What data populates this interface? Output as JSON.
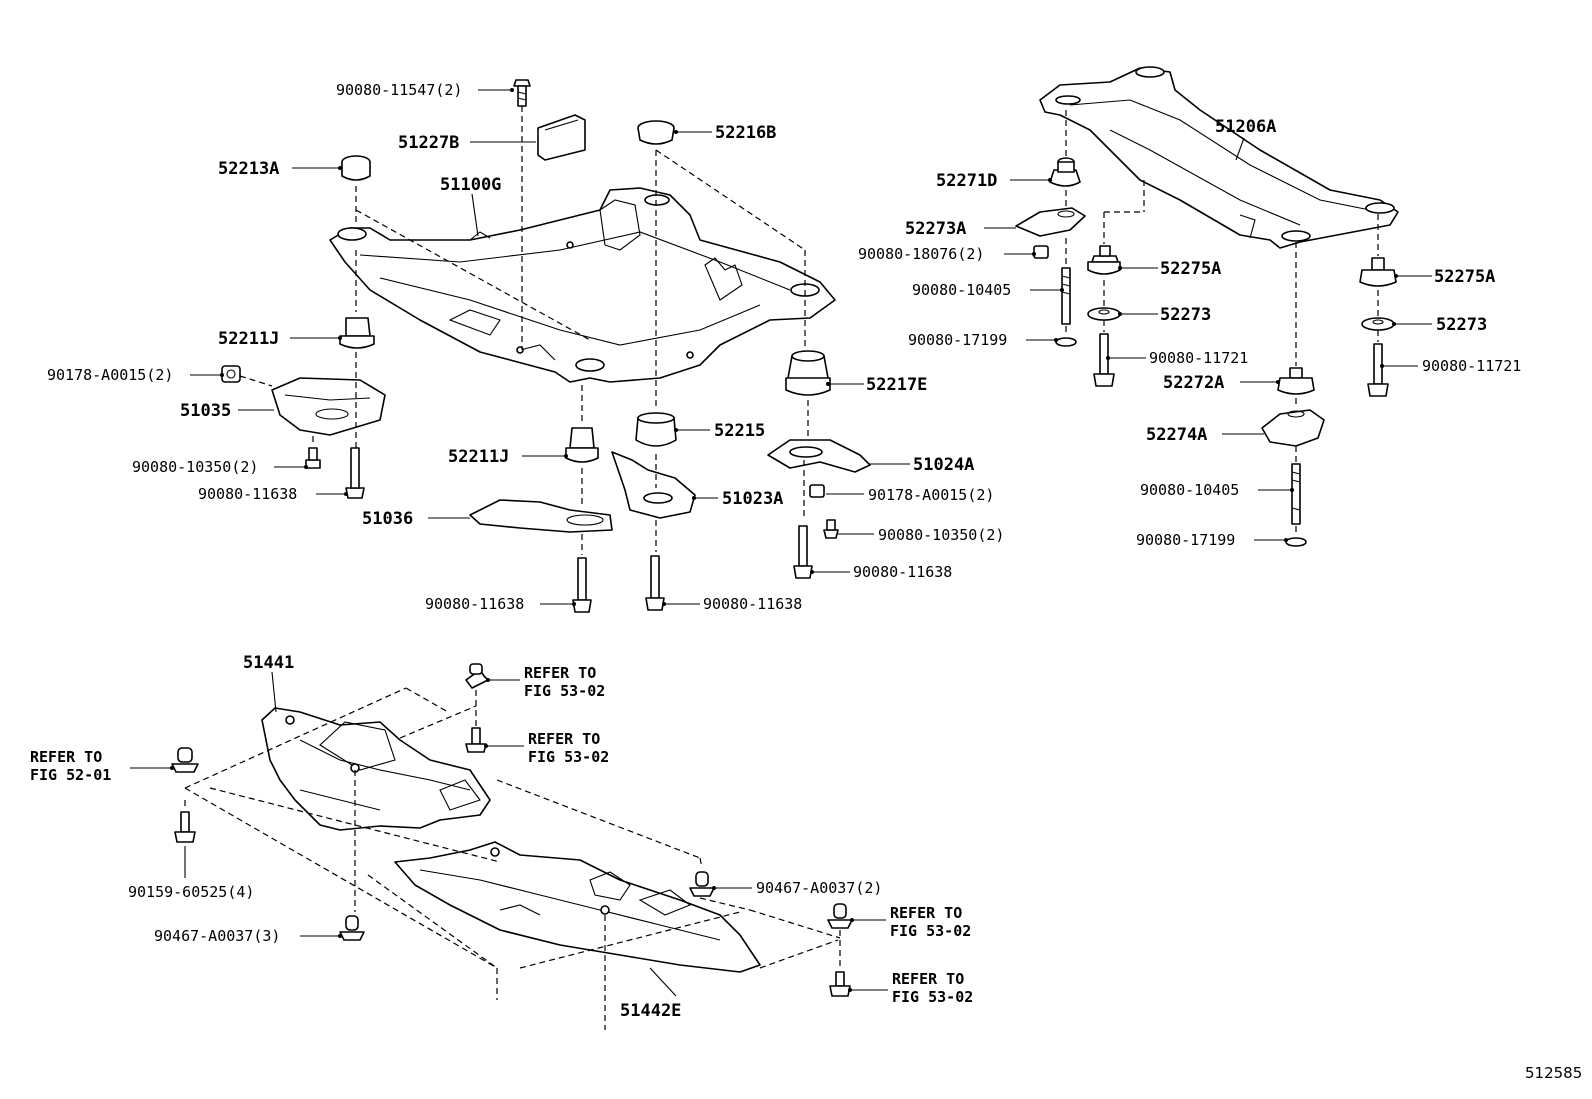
{
  "diagram": {
    "sheet_number": "512585",
    "front_frame": {
      "labels": {
        "bolt_top": "90080-11547(2)",
        "bracket_51227": "51227B",
        "stopper_52216": "52216B",
        "stopper_52213": "52213A",
        "frame_51100": "51100G",
        "insulator_52211_upper": "52211J",
        "nut_90178_left": "90178-A0015(2)",
        "bracket_51035": "51035",
        "bolt_10350_left": "90080-10350(2)",
        "bolt_11638_left": "90080-11638",
        "insulator_52211_lower": "52211J",
        "insulator_52215": "52215",
        "insulator_52217": "52217E",
        "bracket_51024": "51024A",
        "nut_90178_right": "90178-A0015(2)",
        "bolt_10350_right": "90080-10350(2)",
        "bracket_51036": "51036",
        "bracket_51023": "51023A",
        "bolt_11638_right": "90080-11638",
        "bolt_11638_bottom_left": "90080-11638",
        "bolt_11638_bottom_mid": "90080-11638"
      }
    },
    "rear_frame": {
      "labels": {
        "member_51206": "51206A",
        "stopper_52271": "52271D",
        "bracket_52273": "52273A",
        "nut_18076": "90080-18076(2)",
        "stud_10405_upper": "90080-10405",
        "washer_17199_upper": "90080-17199",
        "insulator_52275_mid": "52275A",
        "washer_52273_mid": "52273",
        "bolt_11721_mid": "90080-11721",
        "insulator_52275_right": "52275A",
        "washer_52273_right": "52273",
        "bolt_11721_right": "90080-11721",
        "insulator_52272": "52272A",
        "bracket_52274": "52274A",
        "stud_10405_lower": "90080-10405",
        "washer_17199_lower": "90080-17199"
      }
    },
    "under_cover": {
      "labels": {
        "cover_51441": "51441",
        "cover_51442": "51442E",
        "refer_1_line1": "REFER TO",
        "refer_1_line2": "FIG 53-02",
        "refer_2_line1": "REFER TO",
        "refer_2_line2": "FIG 53-02",
        "refer_3_line1": "REFER TO",
        "refer_3_line2": "FIG 52-01",
        "screw_60525": "90159-60525(4)",
        "clip_a0037_left": "90467-A0037(3)",
        "clip_a0037_right": "90467-A0037(2)",
        "refer_4_line1": "REFER TO",
        "refer_4_line2": "FIG 53-02",
        "refer_5_line1": "REFER TO",
        "refer_5_line2": "FIG 53-02"
      }
    }
  }
}
